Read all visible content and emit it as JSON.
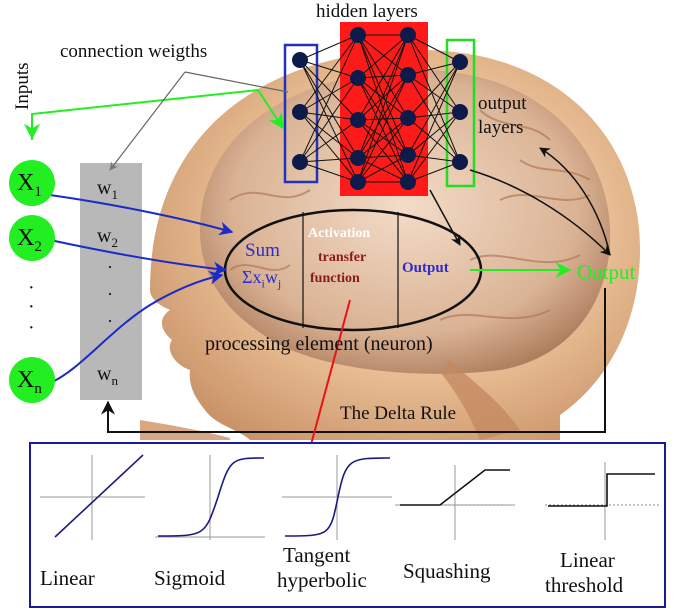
{
  "labels": {
    "hidden_layers": "hidden layers",
    "connection_weights": "connection weigths",
    "inputs": "Inputs",
    "output_layers_line1": "output",
    "output_layers_line2": "layers",
    "output_right": "Output",
    "processing_element": "processing  element (neuron)",
    "delta_rule": "The Delta Rule"
  },
  "inputs": [
    {
      "base": "X",
      "sub": "1"
    },
    {
      "base": "X",
      "sub": "2"
    },
    {
      "base": "X",
      "sub": "n"
    }
  ],
  "weights": [
    {
      "base": "w",
      "sub": "1"
    },
    {
      "base": "w",
      "sub": "2"
    },
    {
      "base": "w",
      "sub": "n"
    }
  ],
  "neuron": {
    "sum_label": "Sum",
    "sum_formula": {
      "sigma": "Σ",
      "x": "x",
      "i": "i",
      "w": "w",
      "j": "j"
    },
    "activation_line1": "Activation",
    "activation_line2": "transfer",
    "activation_line3": "function",
    "output_label": "Output"
  },
  "functions": [
    {
      "line1": "Linear",
      "line2": ""
    },
    {
      "line1": "Sigmoid",
      "line2": ""
    },
    {
      "line1": "Tangent",
      "line2": "hyperbolic"
    },
    {
      "line1": "Squashing",
      "line2": ""
    },
    {
      "line1": "Linear",
      "line2": "threshold"
    }
  ],
  "colors": {
    "input_node": "#22ee22",
    "hidden_box": "#ff1a1a",
    "input_layer_box": "#2233bb",
    "output_layer_box": "#22dd22",
    "node": "#0d1a4a",
    "weights_column": "#b8b8b8",
    "blue_arrow": "#1a2bc8",
    "green_arrow": "#22ee22",
    "red_arrow": "#ee1111",
    "output_text": "#22ee22",
    "sum_text": "#2b2bd0",
    "activation_text": "#ffffff",
    "transfer_text": "#8b1a1a",
    "panel_border": "#1a1a99"
  }
}
